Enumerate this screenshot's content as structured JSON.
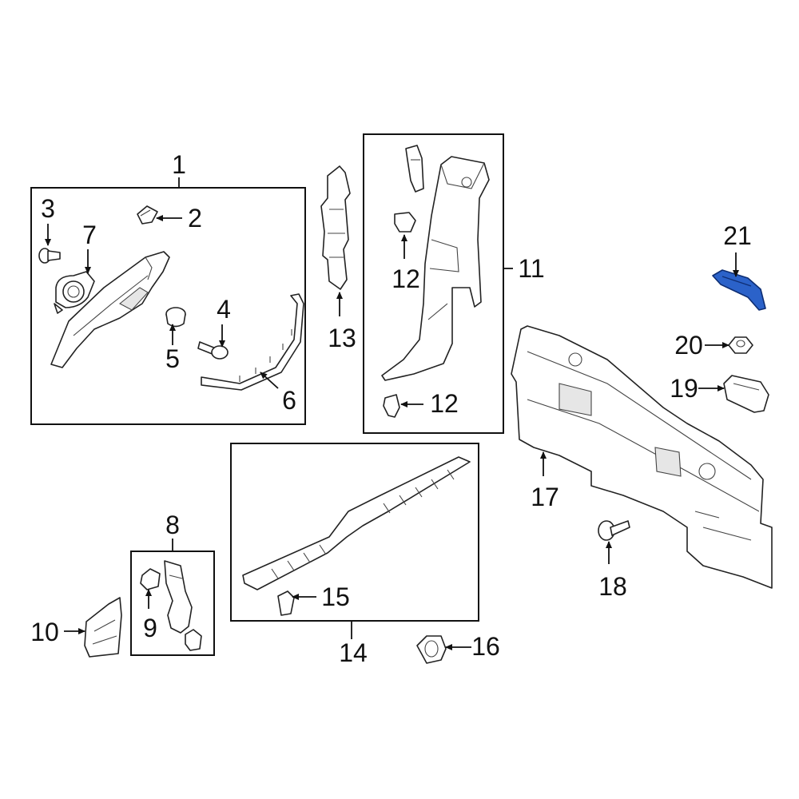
{
  "diagram": {
    "callouts": {
      "c1": "1",
      "c2": "2",
      "c3": "3",
      "c4": "4",
      "c5": "5",
      "c6": "6",
      "c7": "7",
      "c8": "8",
      "c9": "9",
      "c10": "10",
      "c11": "11",
      "c12a": "12",
      "c12b": "12",
      "c13": "13",
      "c14": "14",
      "c15": "15",
      "c16": "16",
      "c17": "17",
      "c18": "18",
      "c19": "19",
      "c20": "20",
      "c21": "21"
    },
    "highlighted_part": "21",
    "colors": {
      "highlight": "#2b62c9",
      "line": "#111111"
    }
  }
}
